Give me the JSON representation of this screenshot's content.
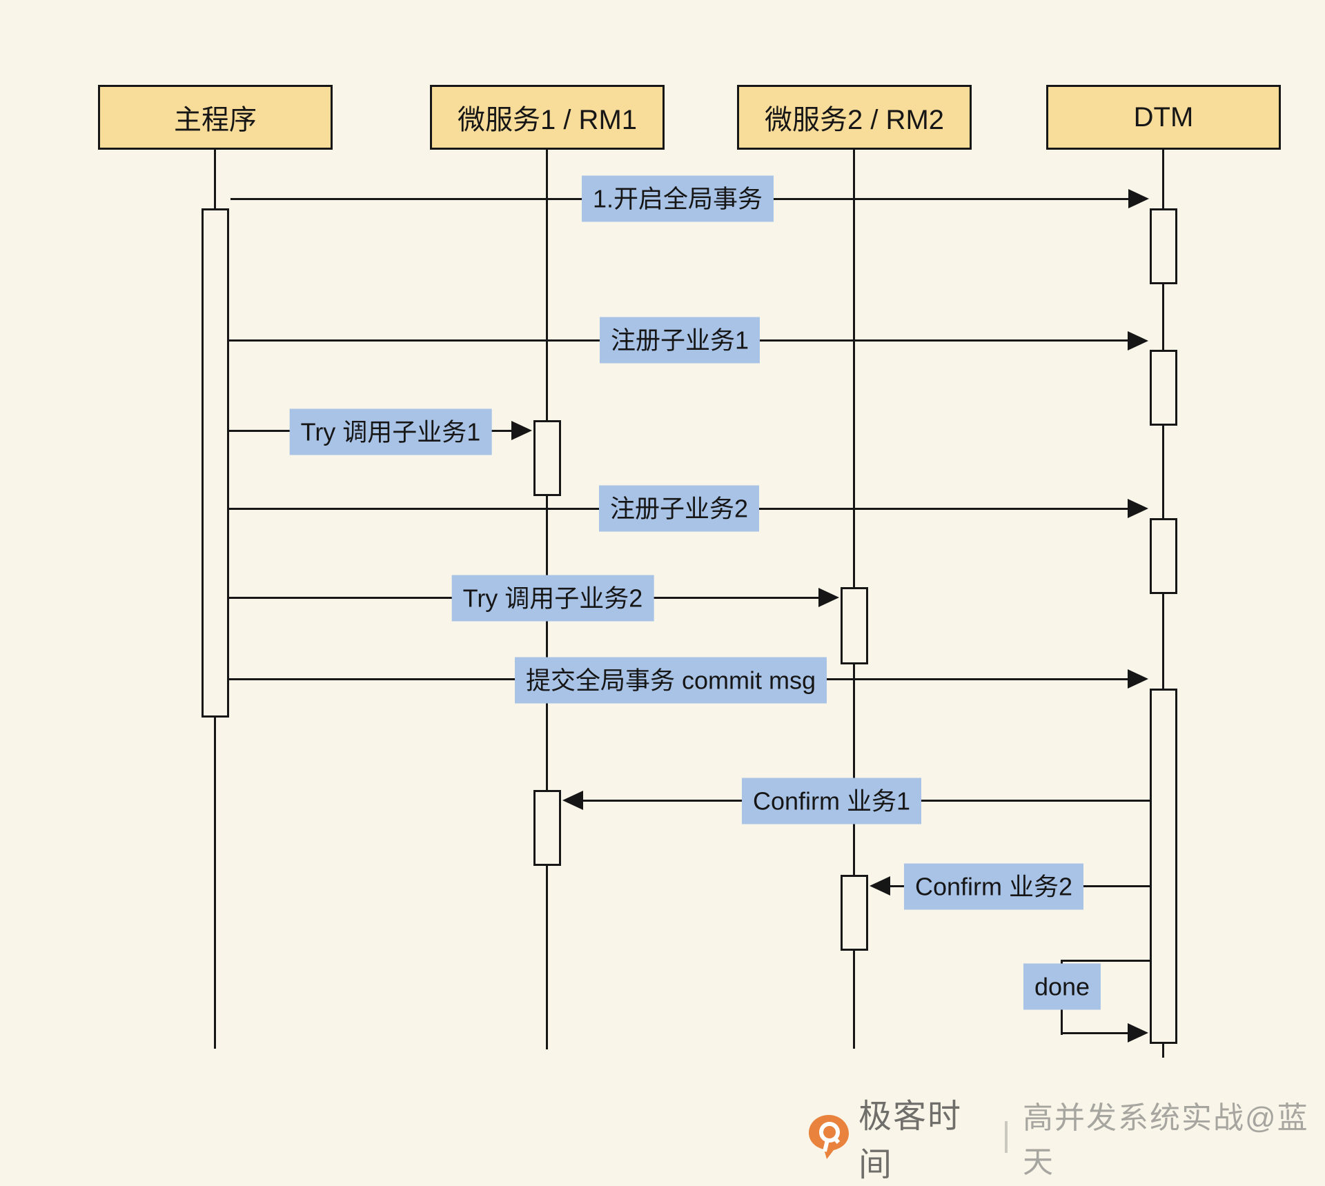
{
  "diagram": {
    "participants": [
      {
        "label": "主程序"
      },
      {
        "label": "微服务1 / RM1"
      },
      {
        "label": "微服务2 / RM2"
      },
      {
        "label": "DTM"
      }
    ],
    "messages": [
      {
        "label": "1.开启全局事务",
        "from": "主程序",
        "to": "DTM"
      },
      {
        "label": "注册子业务1",
        "from": "主程序",
        "to": "DTM"
      },
      {
        "label": "Try 调用子业务1",
        "from": "主程序",
        "to": "微服务1 / RM1"
      },
      {
        "label": "注册子业务2",
        "from": "主程序",
        "to": "DTM"
      },
      {
        "label": "Try 调用子业务2",
        "from": "主程序",
        "to": "微服务2 / RM2"
      },
      {
        "label": "提交全局事务 commit msg",
        "from": "主程序",
        "to": "DTM"
      },
      {
        "label": "Confirm 业务1",
        "from": "DTM",
        "to": "微服务1 / RM1"
      },
      {
        "label": "Confirm 业务2",
        "from": "DTM",
        "to": "微服务2 / RM2"
      },
      {
        "label": "done",
        "from": "DTM",
        "to": "DTM",
        "self": true
      }
    ],
    "colors": {
      "background": "#f9f6e9",
      "participant_fill": "#f8dc9a",
      "message_label_fill": "#a9c3e6",
      "line": "#161616"
    }
  },
  "footer": {
    "brand": "极客时间",
    "credit": "高并发系统实战@蓝天",
    "logo_icon": "geektime-pin-logo",
    "colors": {
      "brand_text": "#6f6e6a",
      "credit_text": "#a7a5a0",
      "logo_orange": "#e8823c"
    }
  }
}
